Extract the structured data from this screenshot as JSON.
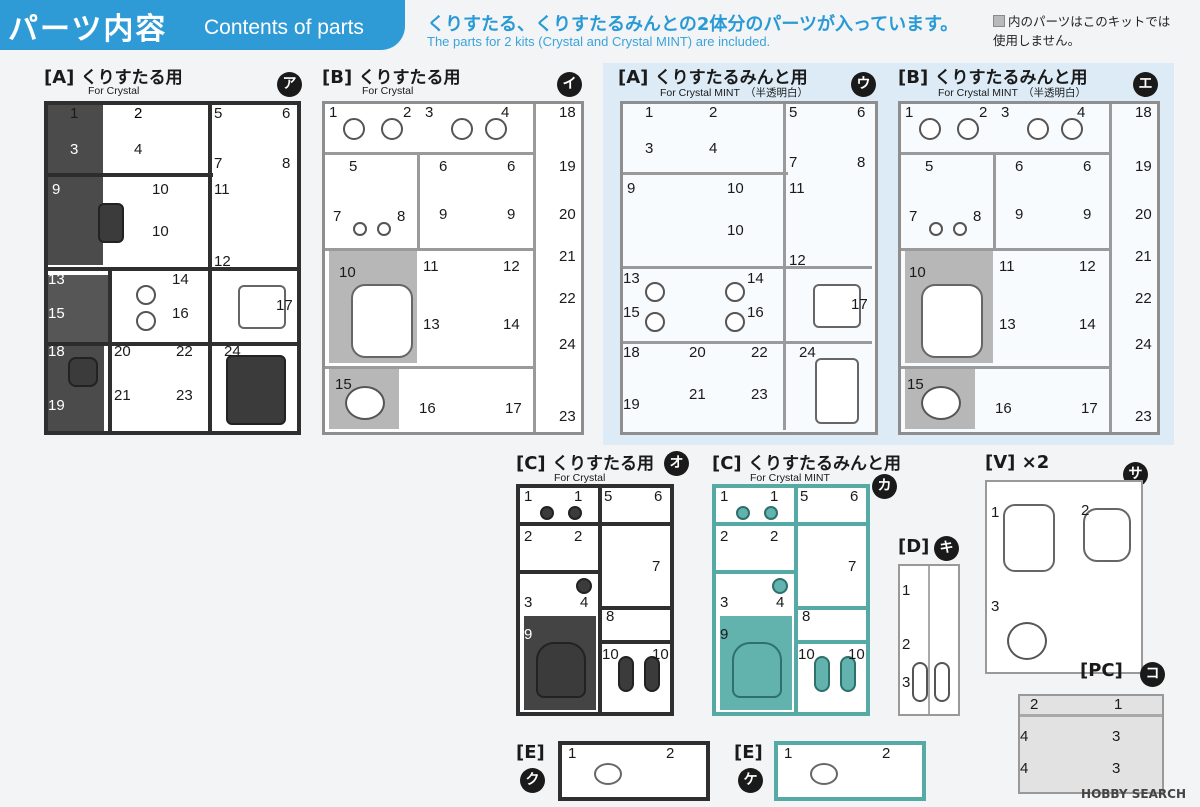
{
  "header": {
    "title_jp": "パーツ内容",
    "title_en": "Contents of parts",
    "note_jp": "くりすたる、くりすたるみんとの2体分のパーツが入っています。",
    "note_en": "The parts for 2 kits (Crystal and  Crystal MINT) are included.",
    "legend_line1": "内のパーツはこのキットでは",
    "legend_line2": "使用しません。"
  },
  "sprues": {
    "a1": {
      "code": "[A]",
      "label": "くりすたる用",
      "sub": "For Crystal",
      "badge": "ア"
    },
    "b1": {
      "code": "[B]",
      "label": "くりすたる用",
      "sub": "For Crystal",
      "badge": "イ"
    },
    "a2": {
      "code": "[A]",
      "label": "くりすたるみんと用",
      "sub": "For Crystal MINT",
      "note": "（半透明白）",
      "badge": "ウ"
    },
    "b2": {
      "code": "[B]",
      "label": "くりすたるみんと用",
      "sub": "For Crystal MINT",
      "note": "（半透明白）",
      "badge": "エ"
    },
    "c1": {
      "code": "[C]",
      "label": "くりすたる用",
      "sub": "For Crystal",
      "badge": "オ"
    },
    "c2": {
      "code": "[C]",
      "label": "くりすたるみんと用",
      "sub": "For Crystal MINT",
      "badge": "カ"
    },
    "v": {
      "code": "[V]",
      "label": "×2",
      "badge": "サ"
    },
    "d": {
      "code": "[D]",
      "badge": "キ"
    },
    "pc": {
      "code": "[PC]",
      "badge": "コ"
    },
    "e1": {
      "code": "[E]",
      "badge": "ク"
    },
    "e2": {
      "code": "[E]",
      "badge": "ケ"
    }
  },
  "numbers": {
    "n1": "1",
    "n2": "2",
    "n3": "3",
    "n4": "4",
    "n5": "5",
    "n6": "6",
    "n7": "7",
    "n8": "8",
    "n9": "9",
    "n10": "10",
    "n11": "11",
    "n12": "12",
    "n13": "13",
    "n14": "14",
    "n15": "15",
    "n16": "16",
    "n17": "17",
    "n18": "18",
    "n19": "19",
    "n20": "20",
    "n21": "21",
    "n22": "22",
    "n23": "23",
    "n24": "24"
  },
  "watermark": "HOBBY SEARCH",
  "colors": {
    "accent": "#2f9bd6",
    "mint": "#55aaa6",
    "cyan_bg": "#dcebf6"
  }
}
